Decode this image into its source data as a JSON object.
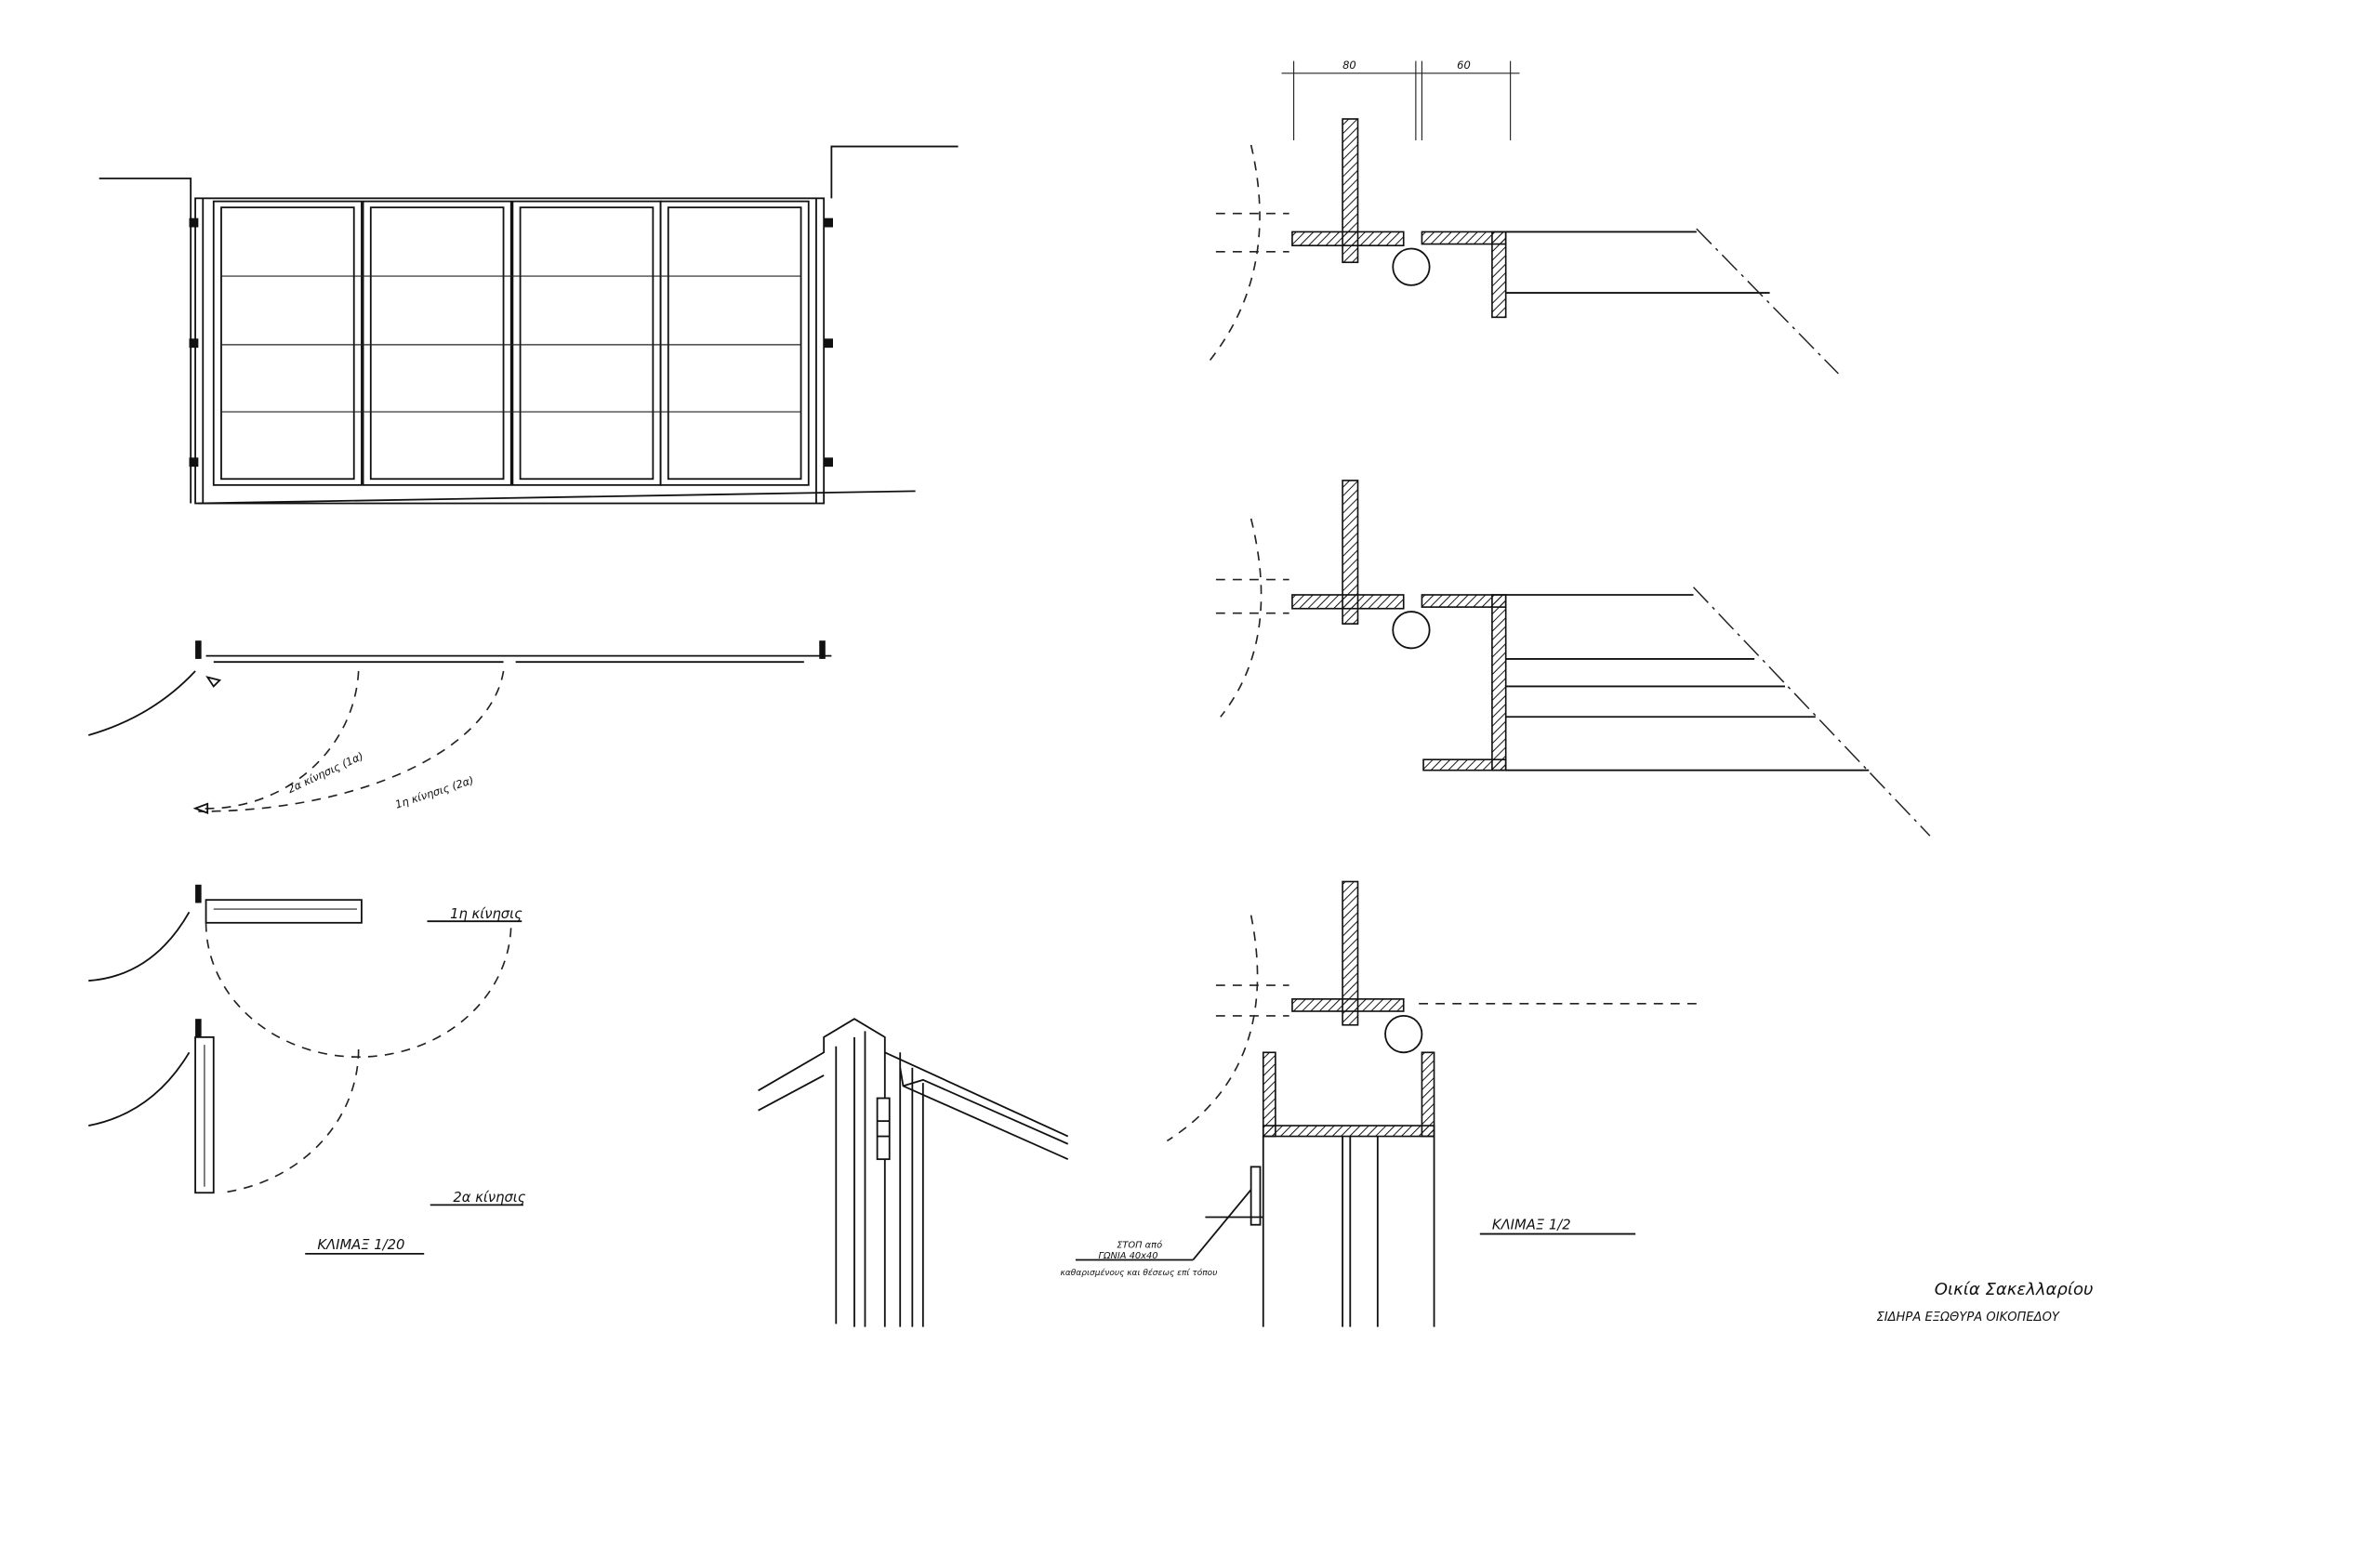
{
  "title_block": {
    "title": "Οικία Σακελλαρίου",
    "subtitle": "ΣΙΔΗΡΑ ΕΞΩΘΥΡΑ ΟΙΚΟΠΕΔΟΥ"
  },
  "plan": {
    "arc_label_2": "2α κίνησις (1α)",
    "arc_label_1": "1η κίνησις (2α)"
  },
  "positions": {
    "move_1": "1η κίνησις",
    "move_2": "2α κίνησις",
    "scale": "ΚΛΙΜΑΞ 1/20"
  },
  "sections": {
    "dim_1": "80",
    "dim_2": "60",
    "scale": "ΚΛΙΜΑΞ 1/2",
    "note_line1": "ΣΤΟΠ από",
    "note_line2": "ΓΩΝΙΑ 40x40",
    "note_line3": "καθαρισμένους και θέσεως επί τόπου"
  }
}
